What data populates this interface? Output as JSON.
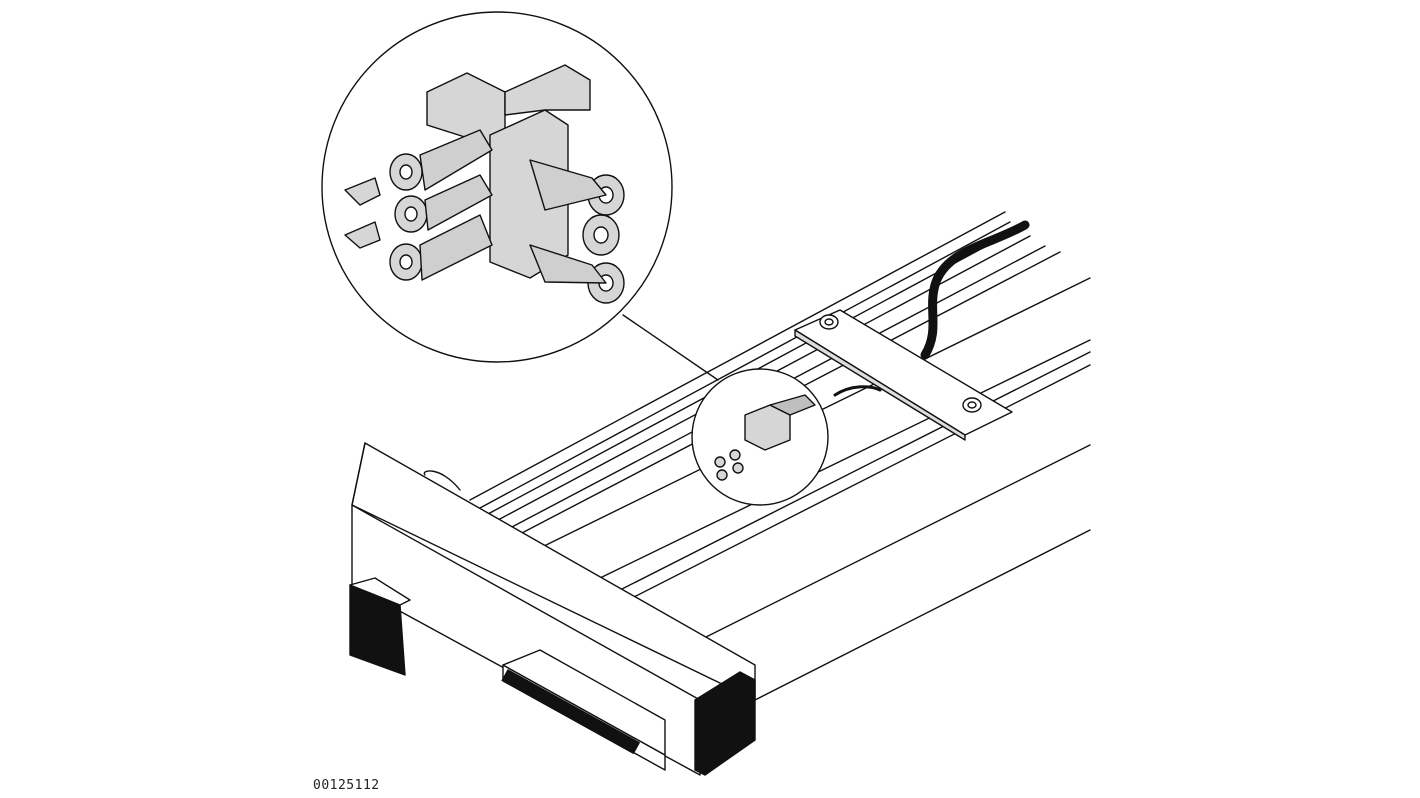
{
  "figure": {
    "id_label": "00125112"
  },
  "colors": {
    "line": "#111111",
    "part_fill": "#d6d6d6",
    "part_shadow": "#a9a9a9",
    "end_cap": "#111111",
    "background": "#ffffff"
  },
  "parts": [
    "profile-rail",
    "cross-member",
    "end-cap",
    "mounting-plate",
    "cable",
    "connector",
    "detail-magnifier"
  ]
}
